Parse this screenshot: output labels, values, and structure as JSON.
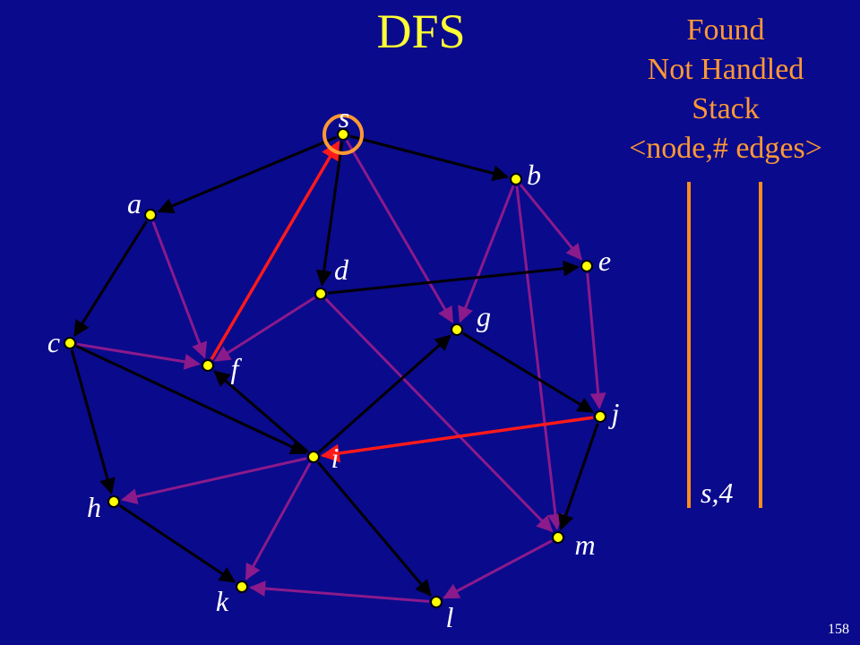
{
  "title": "DFS",
  "legend": {
    "line1": "Found",
    "line2": "Not Handled",
    "line3": "Stack",
    "line4": "<node,# edges>"
  },
  "stack": {
    "entries": [
      "s,4"
    ]
  },
  "page_number": "158",
  "colors": {
    "background": "#0a0a8c",
    "title": "#ffff33",
    "legend_text": "#ff9933",
    "stack_lines": "#ff8c1a",
    "node_fill": "#ffff00",
    "tree_edge": "#ff1a1a",
    "normal_edge": "#000000",
    "other_edge": "#8b1a8b",
    "current_ring": "#ff9933"
  },
  "graph": {
    "current_node": "s",
    "nodes": [
      {
        "id": "s",
        "label": "s"
      },
      {
        "id": "a",
        "label": "a"
      },
      {
        "id": "b",
        "label": "b"
      },
      {
        "id": "c",
        "label": "c"
      },
      {
        "id": "d",
        "label": "d"
      },
      {
        "id": "e",
        "label": "e"
      },
      {
        "id": "f",
        "label": "f"
      },
      {
        "id": "g",
        "label": "g"
      },
      {
        "id": "h",
        "label": "h"
      },
      {
        "id": "i",
        "label": "i"
      },
      {
        "id": "j",
        "label": "j"
      },
      {
        "id": "k",
        "label": "k"
      },
      {
        "id": "l",
        "label": "l"
      },
      {
        "id": "m",
        "label": "m"
      }
    ],
    "edges": [
      {
        "from": "s",
        "to": "a",
        "kind": "black"
      },
      {
        "from": "s",
        "to": "b",
        "kind": "black"
      },
      {
        "from": "s",
        "to": "d",
        "kind": "black"
      },
      {
        "from": "s",
        "to": "g",
        "kind": "purple"
      },
      {
        "from": "f",
        "to": "s",
        "kind": "red"
      },
      {
        "from": "a",
        "to": "c",
        "kind": "black"
      },
      {
        "from": "a",
        "to": "f",
        "kind": "purple"
      },
      {
        "from": "b",
        "to": "e",
        "kind": "purple"
      },
      {
        "from": "b",
        "to": "g",
        "kind": "purple"
      },
      {
        "from": "b",
        "to": "m",
        "kind": "purple"
      },
      {
        "from": "d",
        "to": "e",
        "kind": "black"
      },
      {
        "from": "d",
        "to": "f",
        "kind": "purple"
      },
      {
        "from": "d",
        "to": "m",
        "kind": "purple"
      },
      {
        "from": "c",
        "to": "f",
        "kind": "purple"
      },
      {
        "from": "c",
        "to": "i",
        "kind": "black"
      },
      {
        "from": "c",
        "to": "h",
        "kind": "black"
      },
      {
        "from": "i",
        "to": "f",
        "kind": "black"
      },
      {
        "from": "i",
        "to": "g",
        "kind": "black"
      },
      {
        "from": "g",
        "to": "j",
        "kind": "black"
      },
      {
        "from": "e",
        "to": "j",
        "kind": "purple"
      },
      {
        "from": "j",
        "to": "i",
        "kind": "red"
      },
      {
        "from": "j",
        "to": "m",
        "kind": "black"
      },
      {
        "from": "i",
        "to": "h",
        "kind": "purple"
      },
      {
        "from": "i",
        "to": "k",
        "kind": "purple"
      },
      {
        "from": "i",
        "to": "l",
        "kind": "black"
      },
      {
        "from": "h",
        "to": "k",
        "kind": "black"
      },
      {
        "from": "l",
        "to": "k",
        "kind": "purple"
      },
      {
        "from": "m",
        "to": "l",
        "kind": "purple"
      }
    ]
  }
}
